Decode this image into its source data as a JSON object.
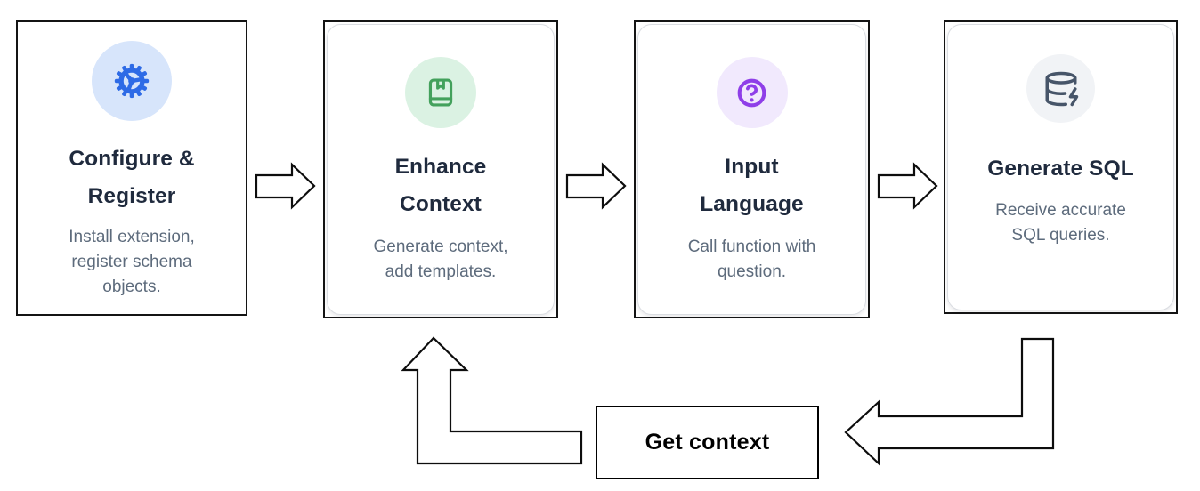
{
  "diagram": {
    "background": "#ffffff",
    "border_color": "#141414",
    "title_color": "#1f2a3d",
    "description_color": "#5d6b7c"
  },
  "cards": [
    {
      "title": "Configure &\nRegister",
      "description": "Install extension,\nregister schema\nobjects.",
      "icon": "gear-icon",
      "icon_color": "#2e6be6",
      "icon_bg": "#d7e5fb"
    },
    {
      "title": "Enhance\nContext",
      "description": "Generate context,\nadd templates.",
      "icon": "book-bookmark-icon",
      "icon_color": "#43a15c",
      "icon_bg": "#dbf2e3"
    },
    {
      "title": "Input\nLanguage",
      "description": "Call function with\nquestion.",
      "icon": "question-circle-icon",
      "icon_color": "#8f3fe8",
      "icon_bg": "#f1e9fd"
    },
    {
      "title": "Generate SQL",
      "description": "Receive accurate\nSQL queries.",
      "icon": "database-zap-icon",
      "icon_color": "#475569",
      "icon_bg": "#f1f3f6"
    }
  ],
  "loop": {
    "label": "Get context"
  }
}
